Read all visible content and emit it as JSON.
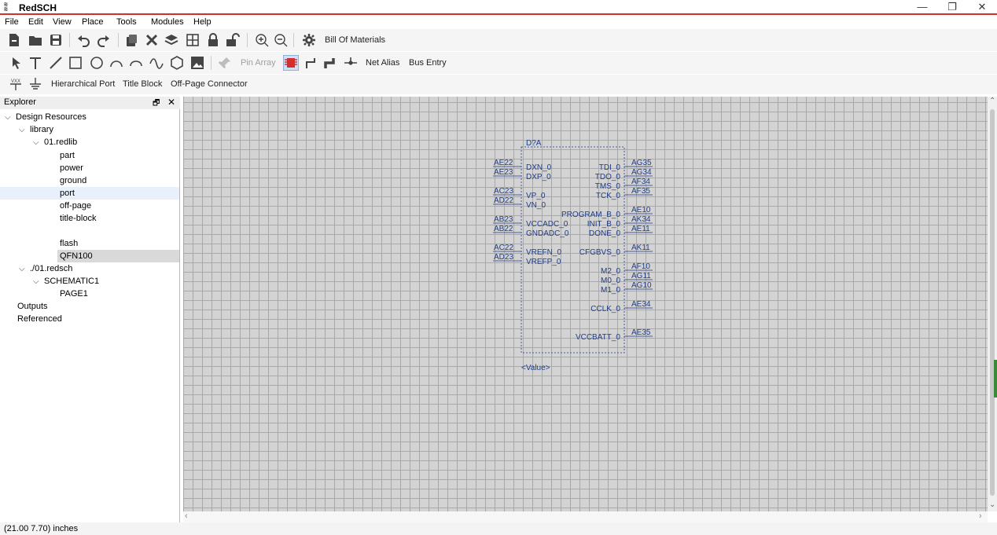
{
  "window": {
    "icon": "redsch-app-icon",
    "title": "RedSCH",
    "minimize": "—",
    "maximize": "❐",
    "close": "✕"
  },
  "menu": [
    "File",
    "Edit",
    "View",
    "Place",
    "Tools",
    "Modules",
    "Help"
  ],
  "toolbar1": {
    "icons": [
      "new-file-icon",
      "open-folder-icon",
      "save-icon",
      "undo-icon",
      "redo-icon",
      "copy-icon",
      "delete-icon",
      "stack-icon",
      "grid-icon",
      "lock-icon",
      "unlock-icon",
      "zoom-in-icon",
      "zoom-out-icon",
      "gear-icon"
    ],
    "bom_label": "Bill Of Materials"
  },
  "toolbar2": {
    "icons": [
      "pointer-icon",
      "text-icon",
      "line-icon",
      "rectangle-icon",
      "ellipse-icon",
      "arc-icon",
      "arc2-icon",
      "bezier-icon",
      "polygon-icon",
      "image-icon",
      "pin-icon",
      "part-icon",
      "wire-icon",
      "bus-icon",
      "junction-icon"
    ],
    "pin_array_label": "Pin Array",
    "net_alias_label": "Net Alias",
    "bus_entry_label": "Bus Entry"
  },
  "toolbar3": {
    "icons": [
      "vcc-icon",
      "ground-icon"
    ],
    "hier_port_label": "Hierarchical Port",
    "title_block_label": "Title Block",
    "off_page_label": "Off-Page Connector"
  },
  "explorer": {
    "title": "Explorer",
    "float_icon": "float-icon",
    "close_icon": "close-icon",
    "tree": {
      "design_resources": "Design Resources",
      "library": "library",
      "lib_file": "01.redlib",
      "lib_items": [
        "part",
        "power",
        "ground",
        "port",
        "off-page",
        "title-block",
        "",
        "flash",
        "QFN100"
      ],
      "sch_file": "./01.redsch",
      "schematic": "SCHEMATIC1",
      "page": "PAGE1",
      "outputs": "Outputs",
      "referenced": "Referenced"
    }
  },
  "schematic": {
    "ref": "D?A",
    "value": "<Value>",
    "left_pins": [
      {
        "pad": "AE22",
        "name": "DXN_0"
      },
      {
        "pad": "AE23",
        "name": "DXP_0"
      },
      {
        "pad": "AC23",
        "name": "VP_0"
      },
      {
        "pad": "AD22",
        "name": "VN_0"
      },
      {
        "pad": "AB23",
        "name": "VCCADC_0"
      },
      {
        "pad": "AB22",
        "name": "GNDADC_0"
      },
      {
        "pad": "AC22",
        "name": "VREFN_0"
      },
      {
        "pad": "AD23",
        "name": "VREFP_0"
      }
    ],
    "right_pins": [
      {
        "pad": "AG35",
        "name": "TDI_0"
      },
      {
        "pad": "AG34",
        "name": "TDO_0"
      },
      {
        "pad": "AF34",
        "name": "TMS_0"
      },
      {
        "pad": "AF35",
        "name": "TCK_0"
      },
      {
        "pad": "AE10",
        "name": "PROGRAM_B_0"
      },
      {
        "pad": "AK34",
        "name": "INIT_B_0"
      },
      {
        "pad": "AE11",
        "name": "DONE_0"
      },
      {
        "pad": "AK11",
        "name": "CFGBVS_0"
      },
      {
        "pad": "AF10",
        "name": "M2_0"
      },
      {
        "pad": "AG11",
        "name": "M0_0"
      },
      {
        "pad": "AG10",
        "name": "M1_0"
      },
      {
        "pad": "AE34",
        "name": "CCLK_0"
      },
      {
        "pad": "AE35",
        "name": "VCCBATT_0"
      }
    ]
  },
  "status": {
    "coords": "(21.00 7.70) inches"
  },
  "colors": {
    "accent": "#d32f2f",
    "schematic_ink": "#1f3d8a",
    "grid": "#a8a8a8",
    "canvas_bg": "#d3d3d3"
  }
}
